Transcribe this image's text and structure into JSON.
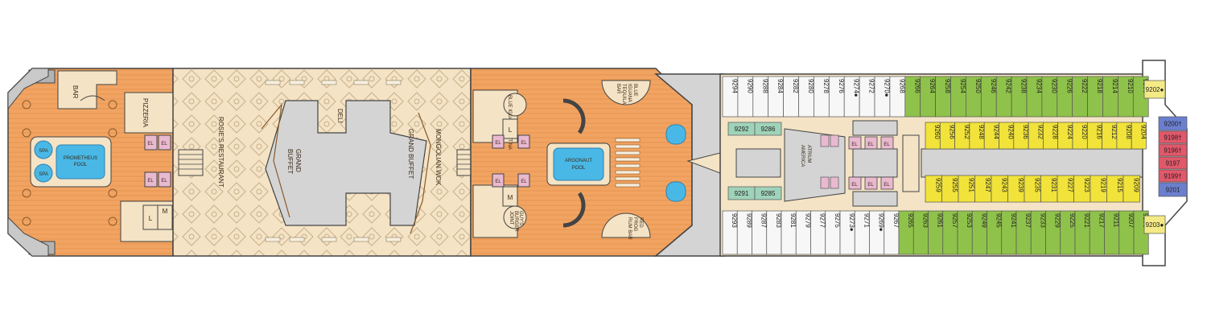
{
  "colors": {
    "aft_orange": "#f1a462",
    "aft_stripe": "#e59a55",
    "cream": "#f4e3c5",
    "cream_dark": "#e9cfa5",
    "structure_grey": "#d4d4d4",
    "outline": "#444444",
    "pool_blue": "#49b8e6",
    "elevator_pink": "#e9b9d0",
    "cabin_green": "#8fc24a",
    "cabin_yellow": "#f1e33a",
    "cabin_teal": "#9fd3b9",
    "cabin_white": "#f7f7f7",
    "cabin_red": "#e0586a",
    "cabin_blue": "#6c7fcf",
    "cabin_lightyellow": "#f3ea86"
  },
  "venues": {
    "bar": "BAR",
    "pizzeria": "PIZZERIA",
    "prometheus_pool_1": "PROMETHEUS",
    "prometheus_pool_2": "POOL",
    "spa_1": "SPA",
    "spa_2": "SPA",
    "rosies": "ROSIE'S RESTAURANT",
    "grand_buffet_1": "GRAND",
    "grand_buffet_2": "BUFFET",
    "grand_buffet_long": "GRAND BUFFET",
    "deli": "DELI",
    "mongolian_wok": "MONGOLIAN WOK",
    "argonaut_1": "ARGONAUT",
    "argonaut_2": "POOL",
    "blue_iguana_cantina": "BLUE IGUANA CANTINA",
    "blue_iguana_bar_1": "BLUE",
    "blue_iguana_bar_2": "IGUANA",
    "blue_iguana_bar_3": "TEQUILA",
    "blue_iguana_bar_4": "BAR",
    "guys_burger_1": "GUY'S",
    "guys_burger_2": "BURGER",
    "guys_burger_3": "JOINT",
    "red_frog_1": "RED",
    "red_frog_2": "FROG",
    "red_frog_3": "RUM BAR",
    "atrium_1": "ATRIUM",
    "atrium_2": "AMERICA"
  },
  "restrooms": {
    "men": "M",
    "ladies": "L"
  },
  "elevator": "EL",
  "cabins": {
    "top_row": [
      {
        "n": "9294",
        "c": "cabin_white"
      },
      {
        "n": "9290",
        "c": "cabin_white"
      },
      {
        "n": "9288",
        "c": "cabin_white"
      },
      {
        "n": "9284",
        "c": "cabin_white"
      },
      {
        "n": "9282",
        "c": "cabin_white"
      },
      {
        "n": "9280",
        "c": "cabin_white"
      },
      {
        "n": "9278",
        "c": "cabin_white"
      },
      {
        "n": "9276",
        "c": "cabin_white"
      },
      {
        "n": "9274●",
        "c": "cabin_white"
      },
      {
        "n": "9272",
        "c": "cabin_white"
      },
      {
        "n": "9270●",
        "c": "cabin_white"
      },
      {
        "n": "9268",
        "c": "cabin_white"
      },
      {
        "n": "9266",
        "c": "cabin_green"
      },
      {
        "n": "9264",
        "c": "cabin_green"
      },
      {
        "n": "9258",
        "c": "cabin_green"
      },
      {
        "n": "9254",
        "c": "cabin_green"
      },
      {
        "n": "9250",
        "c": "cabin_green"
      },
      {
        "n": "9246",
        "c": "cabin_green"
      },
      {
        "n": "9242",
        "c": "cabin_green"
      },
      {
        "n": "9238",
        "c": "cabin_green"
      },
      {
        "n": "9234",
        "c": "cabin_green"
      },
      {
        "n": "9230",
        "c": "cabin_green"
      },
      {
        "n": "9226",
        "c": "cabin_green"
      },
      {
        "n": "9222",
        "c": "cabin_green"
      },
      {
        "n": "9218",
        "c": "cabin_green"
      },
      {
        "n": "9214",
        "c": "cabin_green"
      },
      {
        "n": "9210",
        "c": "cabin_green"
      },
      {
        "n": "9206",
        "c": "cabin_green"
      }
    ],
    "bottom_row": [
      {
        "n": "9293",
        "c": "cabin_white"
      },
      {
        "n": "9289",
        "c": "cabin_white"
      },
      {
        "n": "9287",
        "c": "cabin_white"
      },
      {
        "n": "9283",
        "c": "cabin_white"
      },
      {
        "n": "9281",
        "c": "cabin_white"
      },
      {
        "n": "9279",
        "c": "cabin_white"
      },
      {
        "n": "9277",
        "c": "cabin_white"
      },
      {
        "n": "9275",
        "c": "cabin_white"
      },
      {
        "n": "9273●",
        "c": "cabin_white"
      },
      {
        "n": "9271",
        "c": "cabin_white"
      },
      {
        "n": "9269●",
        "c": "cabin_white"
      },
      {
        "n": "9267",
        "c": "cabin_white"
      },
      {
        "n": "9265",
        "c": "cabin_green"
      },
      {
        "n": "9263",
        "c": "cabin_green"
      },
      {
        "n": "9261",
        "c": "cabin_green"
      },
      {
        "n": "9257",
        "c": "cabin_green"
      },
      {
        "n": "9253",
        "c": "cabin_green"
      },
      {
        "n": "9249",
        "c": "cabin_green"
      },
      {
        "n": "9245",
        "c": "cabin_green"
      },
      {
        "n": "9241",
        "c": "cabin_green"
      },
      {
        "n": "9237",
        "c": "cabin_green"
      },
      {
        "n": "9233",
        "c": "cabin_green"
      },
      {
        "n": "9229",
        "c": "cabin_green"
      },
      {
        "n": "9225",
        "c": "cabin_green"
      },
      {
        "n": "9221",
        "c": "cabin_green"
      },
      {
        "n": "9217",
        "c": "cabin_green"
      },
      {
        "n": "9211",
        "c": "cabin_green"
      },
      {
        "n": "9207",
        "c": "cabin_green"
      },
      {
        "n": "9205",
        "c": "cabin_green"
      }
    ],
    "inner_top_row": [
      "9260",
      "9256",
      "9252",
      "9248",
      "9244",
      "9240",
      "9236",
      "9232",
      "9228",
      "9224",
      "9220",
      "9216",
      "9212",
      "9208",
      "9204"
    ],
    "inner_bottom_row": [
      "9259",
      "9255",
      "9251",
      "9247",
      "9243",
      "9239",
      "9235",
      "9231",
      "9227",
      "9223",
      "9219",
      "9215",
      "9209"
    ],
    "teal_top": [
      "9292",
      "9286"
    ],
    "teal_bottom": [
      "9291",
      "9285"
    ],
    "forward": [
      {
        "n": "9202●",
        "c": "cabin_lightyellow"
      },
      {
        "n": "9200†",
        "c": "cabin_blue"
      },
      {
        "n": "9198†",
        "c": "cabin_red"
      },
      {
        "n": "9196†",
        "c": "cabin_red"
      },
      {
        "n": "9197",
        "c": "cabin_red"
      },
      {
        "n": "9199†",
        "c": "cabin_red"
      },
      {
        "n": "9201",
        "c": "cabin_blue"
      },
      {
        "n": "9203●",
        "c": "cabin_lightyellow"
      }
    ]
  }
}
